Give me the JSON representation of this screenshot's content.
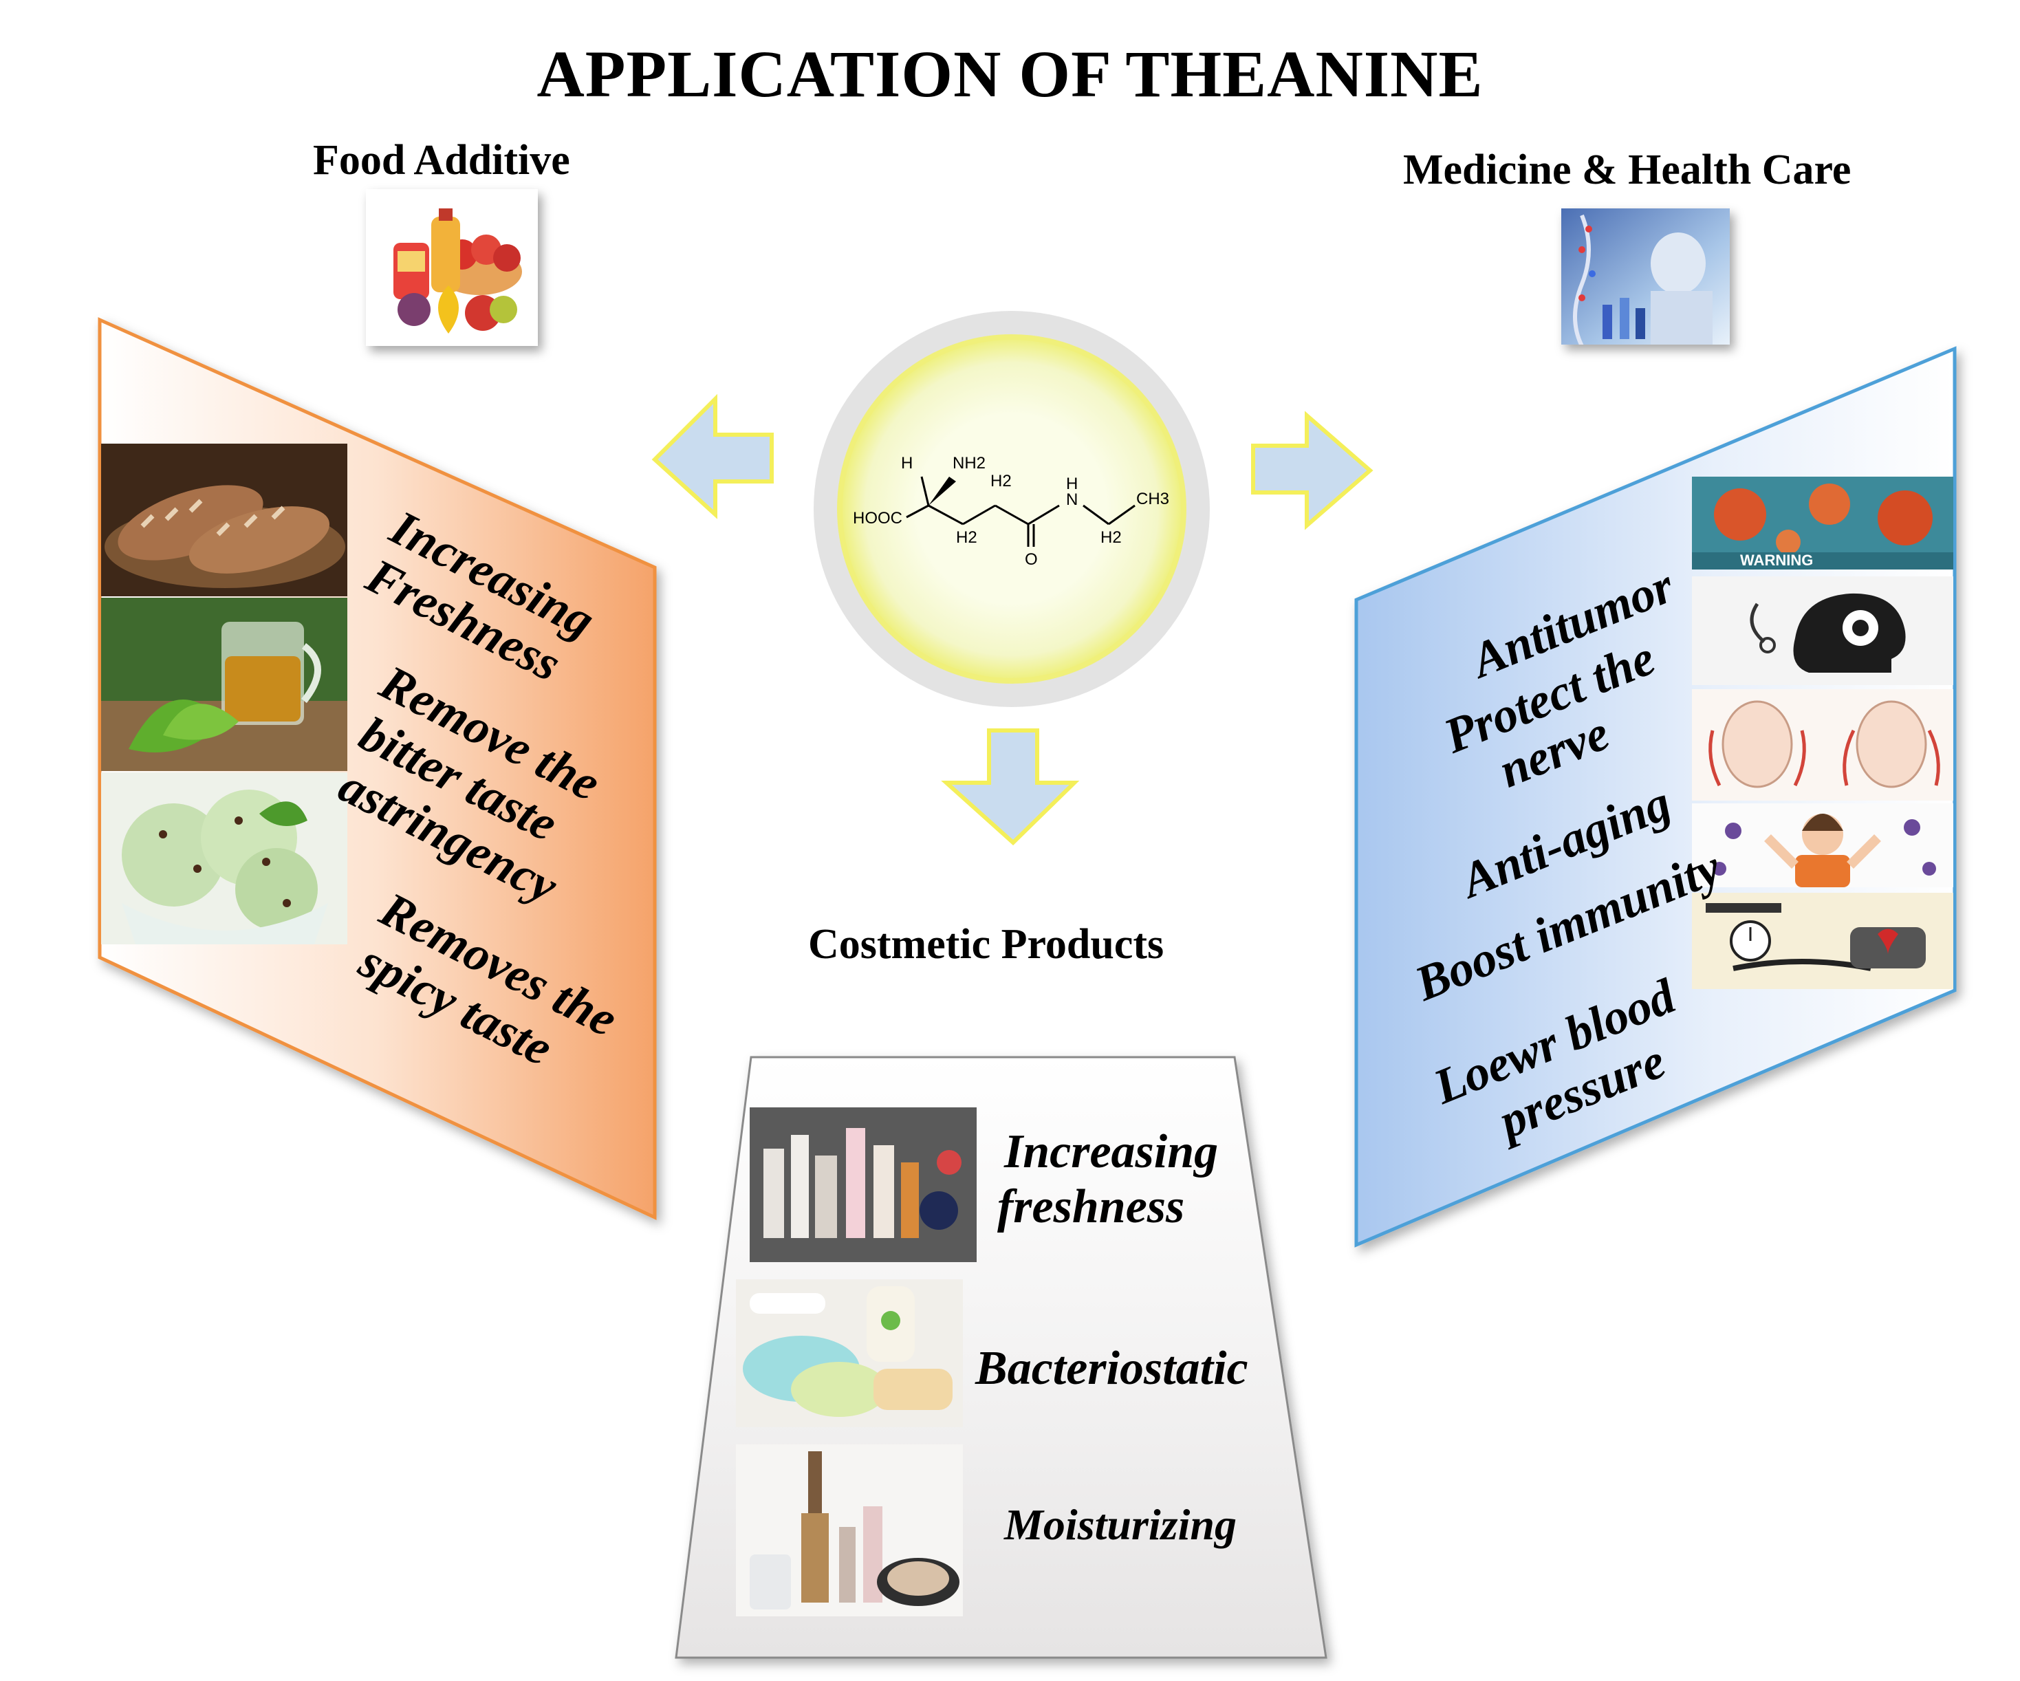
{
  "title": "APPLICATION OF THEANINE",
  "food": {
    "heading": "Food  Additive",
    "items": [
      "Increasing",
      "Freshness",
      "Remove the",
      "bitter taste",
      "astringency",
      "Removes the",
      "spicy taste"
    ],
    "icon": "fruit-basket-icon",
    "color": "#f5a36a"
  },
  "medicine": {
    "heading": "Medicine & Health Care",
    "items": [
      "Antitumor",
      "Protect the",
      "nerve",
      "Anti-aging",
      "Boost immunity",
      "Loewr blood",
      "pressure"
    ],
    "icon": "lab-research-icon",
    "color": "#a9c7ef"
  },
  "cosmetic": {
    "heading": "Costmetic Products",
    "items": [
      "Increasing",
      "freshness",
      "Bacteriostatic",
      "Moisturizing"
    ]
  },
  "molecule": {
    "labels": [
      "H",
      "NH2",
      "H2",
      "H",
      "N",
      "CH3",
      "HOOC",
      "H2",
      "O",
      "H2"
    ]
  },
  "warning_label": "WARNING",
  "arrow_color": "#c9dcef",
  "arrow_border": "#f4ef5a"
}
